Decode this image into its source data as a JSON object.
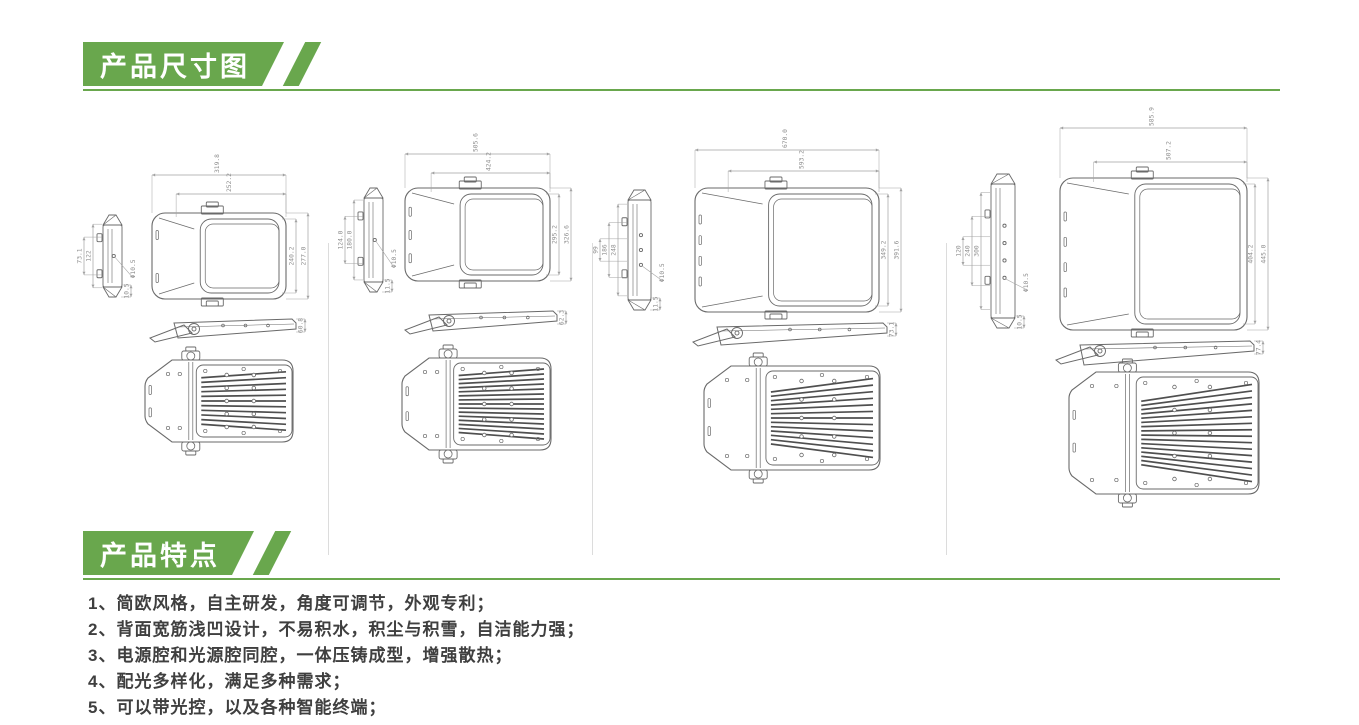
{
  "theme": {
    "green": "#69a74d",
    "divider": "#dcdcdc",
    "text": "#3f3f3f"
  },
  "sections": {
    "dimensions": {
      "title": "产品尺寸图"
    },
    "features": {
      "title": "产品特点"
    }
  },
  "features": {
    "items": [
      "1、简欧风格，自主研发，角度可调节，外观专利；",
      "2、背面宽筋浅凹设计，不易积水，积尘与积雪，自洁能力强；",
      "3、电源腔和光源腔同腔，一体压铸成型，增强散热；",
      "4、配光多样化，满足多种需求；",
      "5、可以带光控，以及各种智能终端；"
    ]
  },
  "drawings": {
    "groups": [
      {
        "id": "size-1",
        "front": {
          "top_outer": "319.8",
          "top_inner": "252.2",
          "right_inner": "240.2",
          "right_outer": "277.0"
        },
        "side": {
          "dims": [
            "122",
            "73.1"
          ],
          "hole": "Φ10.5",
          "thickness": "10.5"
        },
        "profile": {
          "thickness": "60.8"
        }
      },
      {
        "id": "size-2",
        "front": {
          "top_outer": "505.6",
          "top_inner": "424.2",
          "right_inner": "295.2",
          "right_outer": "326.6"
        },
        "side": {
          "dims": [
            "180.0",
            "124.0"
          ],
          "hole": "Φ10.5",
          "thickness": "11.5"
        },
        "profile": {
          "thickness": "62.3"
        }
      },
      {
        "id": "size-3",
        "front": {
          "top_outer": "670.0",
          "top_inner": "593.2",
          "right_inner": "349.2",
          "right_outer": "391.6"
        },
        "side": {
          "dims": [
            "248",
            "186",
            "99"
          ],
          "hole": "Φ10.5",
          "thickness": "11.5"
        },
        "profile": {
          "thickness": "73.1"
        }
      },
      {
        "id": "size-4",
        "front": {
          "top_outer": "585.9",
          "top_inner": "507.2",
          "right_inner": "404.2",
          "right_outer": "445.0"
        },
        "side": {
          "dims": [
            "300",
            "240",
            "120"
          ],
          "hole": "Φ10.5",
          "thickness": "10.5"
        },
        "profile": {
          "thickness": "77.4"
        }
      }
    ]
  }
}
